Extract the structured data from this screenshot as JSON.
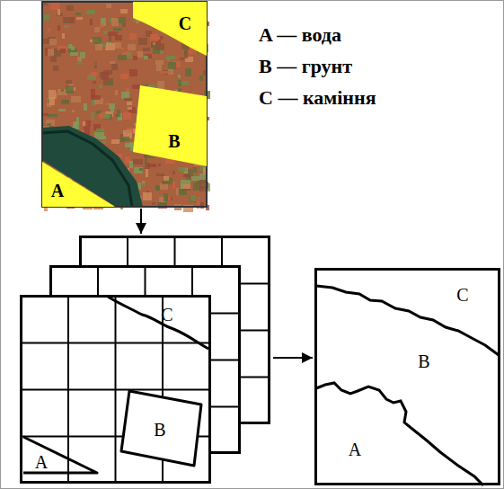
{
  "diagram": {
    "nodes": [
      {
        "text": []
      },
      {
        "text": [
          "C"
        ],
        "in": 0
      },
      {
        "text": [
          "B"
        ],
        "in": 0
      },
      {
        "text": [
          "A"
        ],
        "in": 0
      },
      {
        "text": []
      },
      {
        "text": [
          "C"
        ],
        "in": 4
      },
      {
        "text": [
          "B"
        ],
        "in": 4
      },
      {
        "text": [
          "A"
        ],
        "in": 4
      },
      {
        "text": []
      }
    ],
    "edges": [
      {
        "from": 0,
        "to": 4,
        "arrow": "to"
      },
      {
        "from": 4,
        "to": 8,
        "arrow": "to"
      }
    ],
    "labels": [
      "A — вода",
      "B — грунт",
      "C — каміння",
      "C",
      "B",
      "A"
    ]
  }
}
